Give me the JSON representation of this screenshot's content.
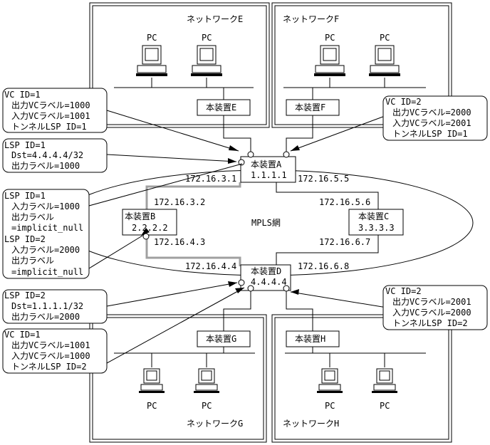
{
  "networks": {
    "e": "ネットワークE",
    "f": "ネットワークF",
    "g": "ネットワークG",
    "h": "ネットワークH"
  },
  "pc_label": "PC",
  "devices": {
    "a": {
      "name": "本装置A",
      "ip": "1.1.1.1"
    },
    "b": {
      "name": "本装置B",
      "ip": "2.2.2.2"
    },
    "c": {
      "name": "本装置C",
      "ip": "3.3.3.3"
    },
    "d": {
      "name": "本装置D",
      "ip": "4.4.4.4"
    },
    "e": {
      "name": "本装置E"
    },
    "f": {
      "name": "本装置F"
    },
    "g": {
      "name": "本装置G"
    },
    "h": {
      "name": "本装置H"
    }
  },
  "mpls_label": "MPLS網",
  "ips": {
    "a_left": "172.16.3.1",
    "a_right": "172.16.5.5",
    "b_top": "172.16.3.2",
    "b_bottom": "172.16.4.3",
    "c_top": "172.16.5.6",
    "c_bottom": "172.16.6.7",
    "d_left": "172.16.4.4",
    "d_right": "172.16.6.8"
  },
  "callouts": {
    "vc1_a": [
      "VC ID=1",
      "出力VCラベル=1000",
      "入力VCラベル=1001",
      "トンネルLSP ID=1"
    ],
    "vc2_a": [
      "VC ID=2",
      "出力VCラベル=2000",
      "入力VCラベル=2001",
      "トンネルLSP ID=1"
    ],
    "lsp1_a": [
      "LSP ID=1",
      "Dst=4.4.4.4/32",
      "出力ラベル=1000"
    ],
    "lsp_b": [
      "LSP ID=1",
      "入力ラベル=1000",
      "出力ラベル",
      "=implicit_null",
      "LSP ID=2",
      "入力ラベル=2000",
      "出力ラベル",
      "=implicit_null"
    ],
    "lsp2_d": [
      "LSP ID=2",
      "Dst=1.1.1.1/32",
      "出力ラベル=2000"
    ],
    "vc1_d": [
      "VC ID=1",
      "出力VCラベル=1001",
      "入力VCラベル=1000",
      "トンネルLSP ID=2"
    ],
    "vc2_d": [
      "VC ID=2",
      "出力VCラベル=2001",
      "入力VCラベル=2000",
      "トンネルLSP ID=2"
    ]
  }
}
